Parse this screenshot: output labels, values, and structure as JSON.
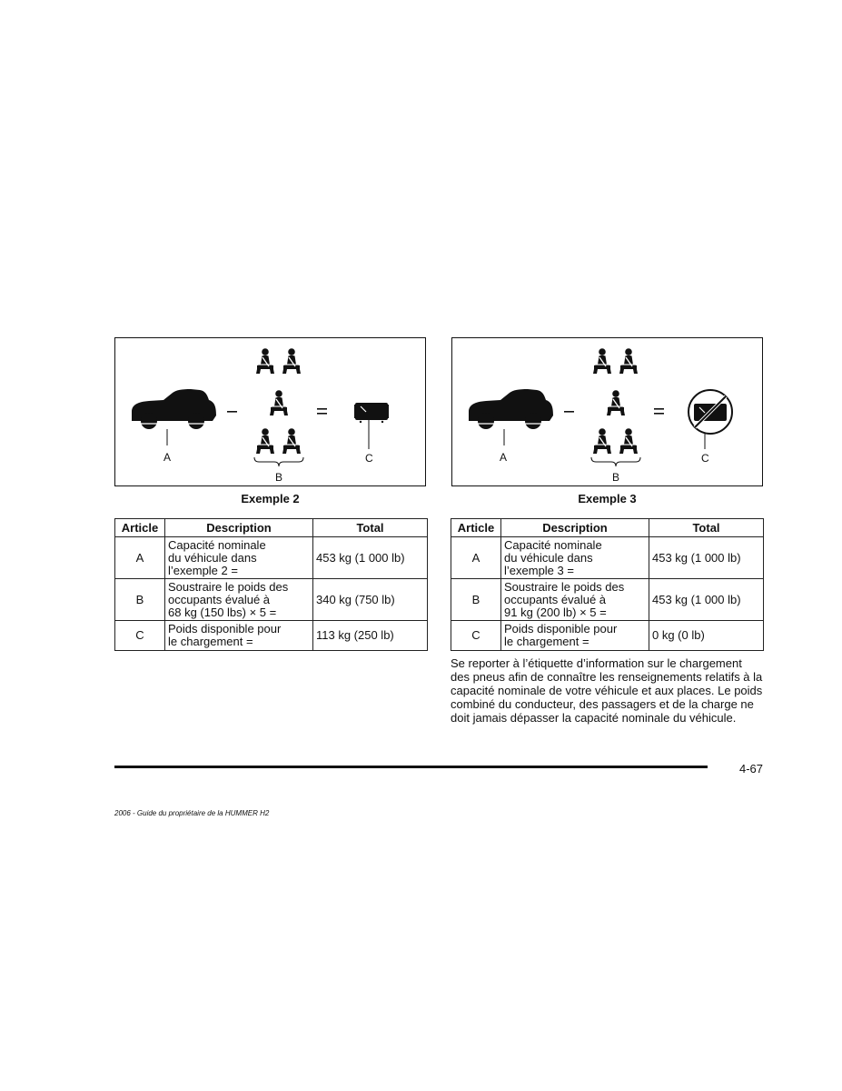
{
  "examples": [
    {
      "caption": "Exemple 2",
      "labels": {
        "a": "A",
        "b": "B",
        "c": "C"
      },
      "icons": {
        "vehicle": "car-silhouette-icon",
        "occupant": "seated-occupant-seatbelt-icon",
        "cargo": "cargo-luggage-icon"
      },
      "table": {
        "headers": [
          "Article",
          "Description",
          "Total"
        ],
        "rows": [
          {
            "article": "A",
            "description": [
              "Capacité nominale",
              "du véhicule dans",
              "l’exemple 2 ="
            ],
            "total": "453 kg (1 000 lb)"
          },
          {
            "article": "B",
            "description": [
              "Soustraire le poids des",
              "occupants évalué à",
              "68 kg (150 lbs) × 5 ="
            ],
            "total": "340 kg (750 lb)"
          },
          {
            "article": "C",
            "description": [
              "Poids disponible pour",
              "le chargement ="
            ],
            "total": "113 kg (250 lb)"
          }
        ]
      }
    },
    {
      "caption": "Exemple 3",
      "labels": {
        "a": "A",
        "b": "B",
        "c": "C"
      },
      "icons": {
        "vehicle": "car-silhouette-icon",
        "occupant": "seated-occupant-seatbelt-icon",
        "cargo": "no-cargo-prohibited-icon"
      },
      "table": {
        "headers": [
          "Article",
          "Description",
          "Total"
        ],
        "rows": [
          {
            "article": "A",
            "description": [
              "Capacité nominale",
              "du véhicule dans",
              "l’exemple 3 ="
            ],
            "total": "453 kg (1 000 lb)"
          },
          {
            "article": "B",
            "description": [
              "Soustraire le poids des",
              "occupants évalué à",
              "91 kg (200 lb) × 5 ="
            ],
            "total": "453 kg (1 000 lb)"
          },
          {
            "article": "C",
            "description": [
              "Poids disponible pour",
              "le chargement ="
            ],
            "total": "0 kg (0 lb)"
          }
        ]
      }
    }
  ],
  "body_text": "Se reporter à l’étiquette d’information sur le chargement des pneus afin de connaître les renseignements relatifs à la capacité nominale de votre véhicule et aux places. Le poids combiné du conducteur, des passagers et de la charge ne doit jamais dépasser la capacité nominale du véhicule.",
  "page_number": "4-67",
  "footer": "2006 - Guide du propriétaire de la HUMMER H2"
}
